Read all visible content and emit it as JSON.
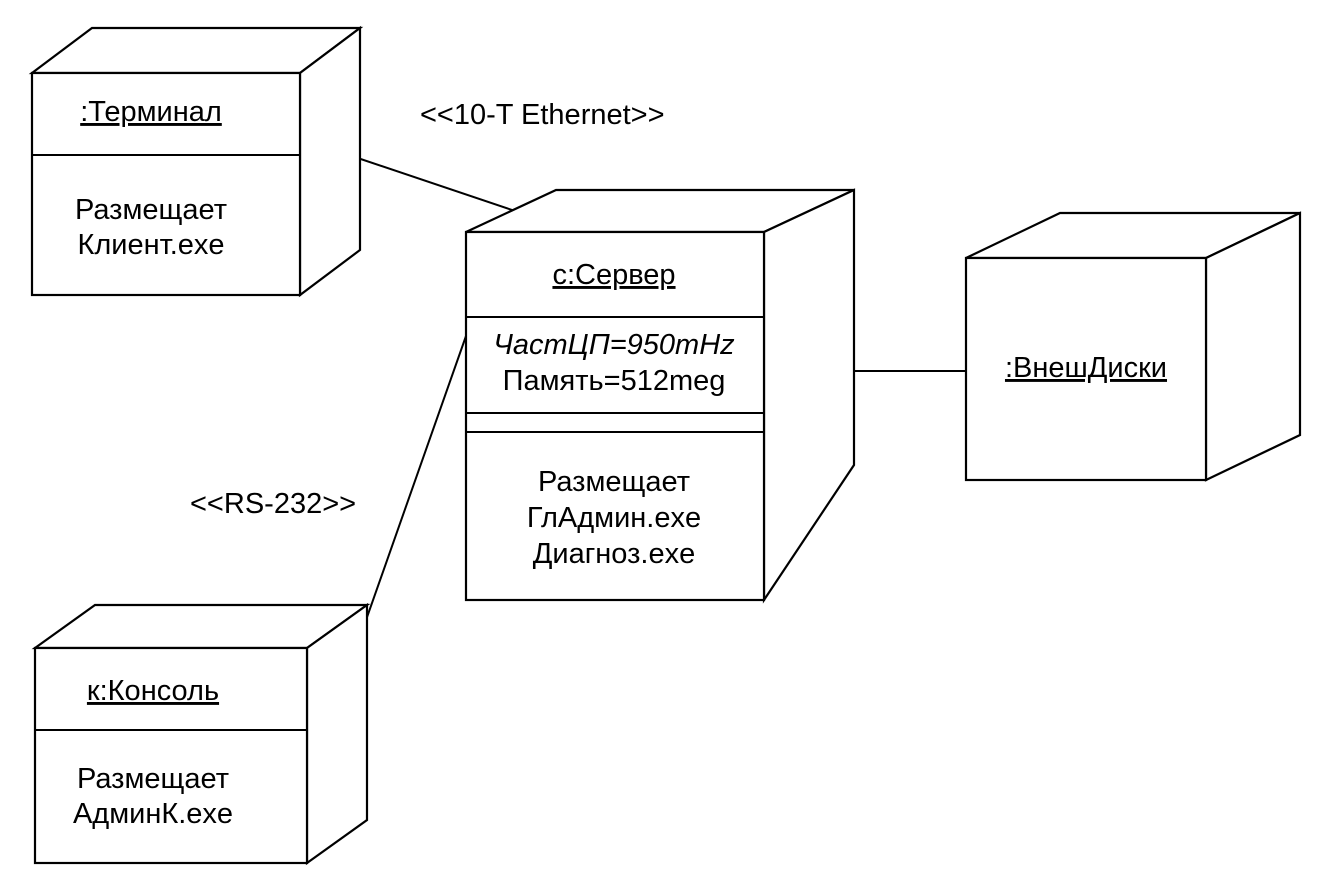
{
  "nodes": {
    "terminal": {
      "name": ":Терминал",
      "body": [
        "Размещает",
        "Клиент.exe"
      ]
    },
    "server": {
      "name": "с:Сервер",
      "attributes": [
        "ЧастЦП=950mHz",
        "Память=512meg"
      ],
      "body": [
        "Размещает",
        "ГлАдмин.exe",
        "Диагноз.exe"
      ]
    },
    "disks": {
      "name": ":ВнешДиски"
    },
    "console": {
      "name": "к:Консоль",
      "body": [
        "Размещает",
        "АдминК.exe"
      ]
    }
  },
  "connections": {
    "ethernet": "<<10-T Ethernet>>",
    "rs232": "<<RS-232>>"
  }
}
